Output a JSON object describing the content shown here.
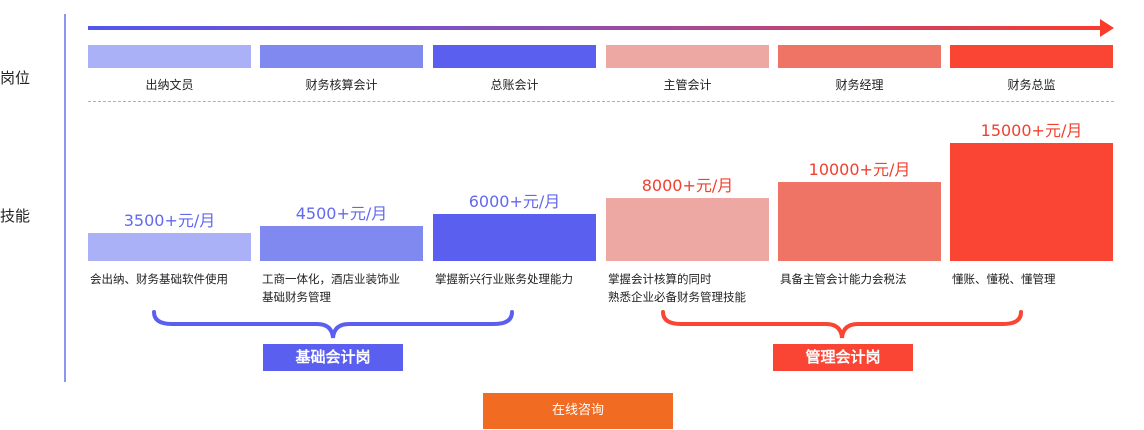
{
  "row_labels": {
    "position": "岗位",
    "skill": "技能"
  },
  "columns": [
    {
      "position": "出纳文员",
      "salary_label": "3500+元/月",
      "desc_lines": [
        "会出纳、财务基础软件使用"
      ],
      "color": "#aab1f6"
    },
    {
      "position": "财务核算会计",
      "salary_label": "4500+元/月",
      "desc_lines": [
        "工商一体化，酒店业装饰业",
        "基础财务管理"
      ],
      "color": "#8089ef"
    },
    {
      "position": "总账会计",
      "salary_label": "6000+元/月",
      "desc_lines": [
        "掌握新兴行业账务处理能力"
      ],
      "color": "#5a5ff0"
    },
    {
      "position": "主管会计",
      "salary_label": "8000+元/月",
      "desc_lines": [
        "掌握会计核算的同时",
        "熟悉企业必备财务管理技能"
      ],
      "color": "#eea8a3"
    },
    {
      "position": "财务经理",
      "salary_label": "10000+元/月",
      "desc_lines": [
        "具备主管会计能力会税法"
      ],
      "color": "#f07465"
    },
    {
      "position": "财务总监",
      "salary_label": "15000+元/月",
      "desc_lines": [
        "懂账、懂税、懂管理"
      ],
      "color": "#fa4434"
    }
  ],
  "groups": [
    {
      "label": "基础会计岗",
      "color": "#5a5ff0"
    },
    {
      "label": "管理会计岗",
      "color": "#fa4434"
    }
  ],
  "cta": {
    "label": "在线咨询",
    "color": "#f26b22"
  },
  "chart_data": {
    "type": "bar",
    "categories": [
      "出纳文员",
      "财务核算会计",
      "总账会计",
      "主管会计",
      "财务经理",
      "财务总监"
    ],
    "values": [
      3500,
      4500,
      6000,
      8000,
      10000,
      15000
    ],
    "data_labels": [
      "3500+元/月",
      "4500+元/月",
      "6000+元/月",
      "8000+元/月",
      "10000+元/月",
      "15000+元/月"
    ],
    "title": "",
    "xlabel": "",
    "ylabel": ""
  }
}
